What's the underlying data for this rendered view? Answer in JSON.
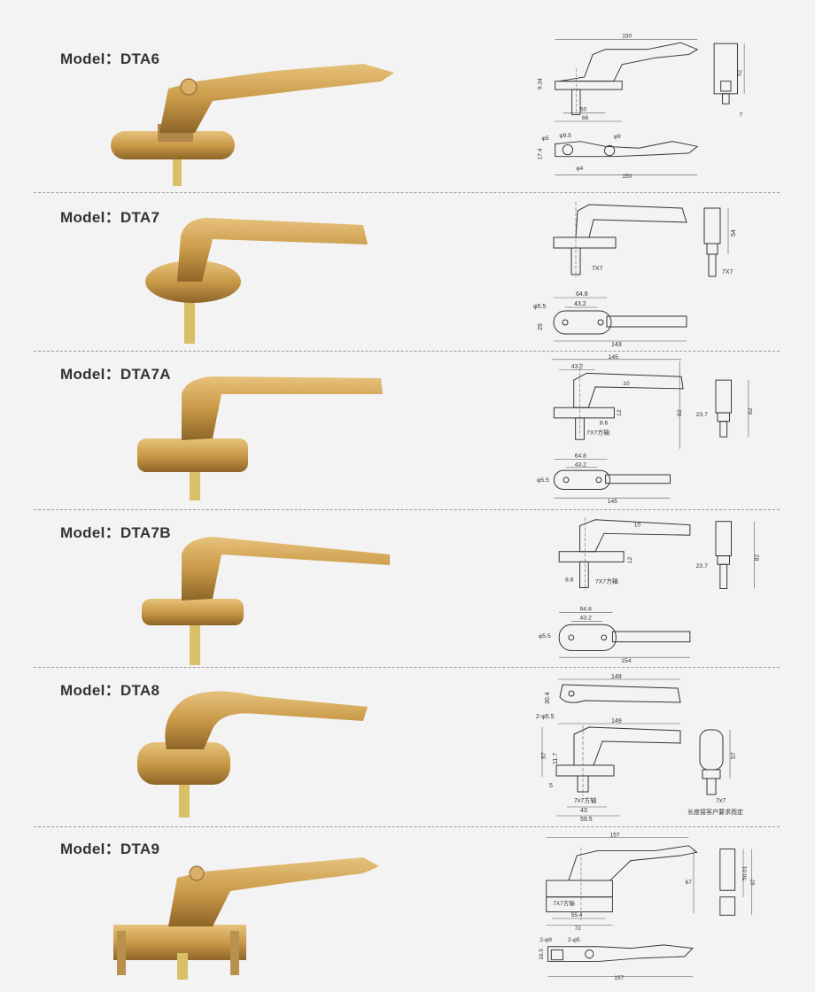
{
  "colors": {
    "gold": "#c99a48",
    "gold_light": "#e7c27c",
    "gold_dark": "#8e6528",
    "shaft": "#d9bf66"
  },
  "models": [
    {
      "label": "Model：DTA6",
      "dims": [
        "150",
        "52",
        "9.34",
        "50",
        "66",
        "7",
        "φ5",
        "φ9.5",
        "φ9",
        "17.4",
        "φ4",
        "150"
      ]
    },
    {
      "label": "Model：DTA7",
      "dims": [
        "54",
        "7X7",
        "7X7",
        "64.8",
        "43.2",
        "φ5.5",
        "29",
        "143"
      ]
    },
    {
      "label": "Model：DTA7A",
      "dims": [
        "145",
        "43.2",
        "10",
        "12",
        "8.6",
        "7X7方轴",
        "82",
        "23.7",
        "82",
        "64.8",
        "43.2",
        "φ5.5",
        "145"
      ]
    },
    {
      "label": "Model：DTA7B",
      "dims": [
        "10",
        "12",
        "8.6",
        "7X7方轴",
        "23.7",
        "82",
        "64.8",
        "43.2",
        "φ5.5",
        "154"
      ]
    },
    {
      "label": "Model：DTA8",
      "dims": [
        "149",
        "30.4",
        "2-φ5.5",
        "149",
        "57",
        "11.7",
        "5",
        "7x7方轴",
        "43",
        "59.5",
        "57",
        "7x7"
      ],
      "note": "长度接客户要求而定"
    },
    {
      "label": "Model：DTA9",
      "dims": [
        "157",
        "67",
        "50.01",
        "67",
        "7X7方轴",
        "55.4",
        "72",
        "2-φ9",
        "2-φ5",
        "16.5",
        "157"
      ]
    }
  ]
}
